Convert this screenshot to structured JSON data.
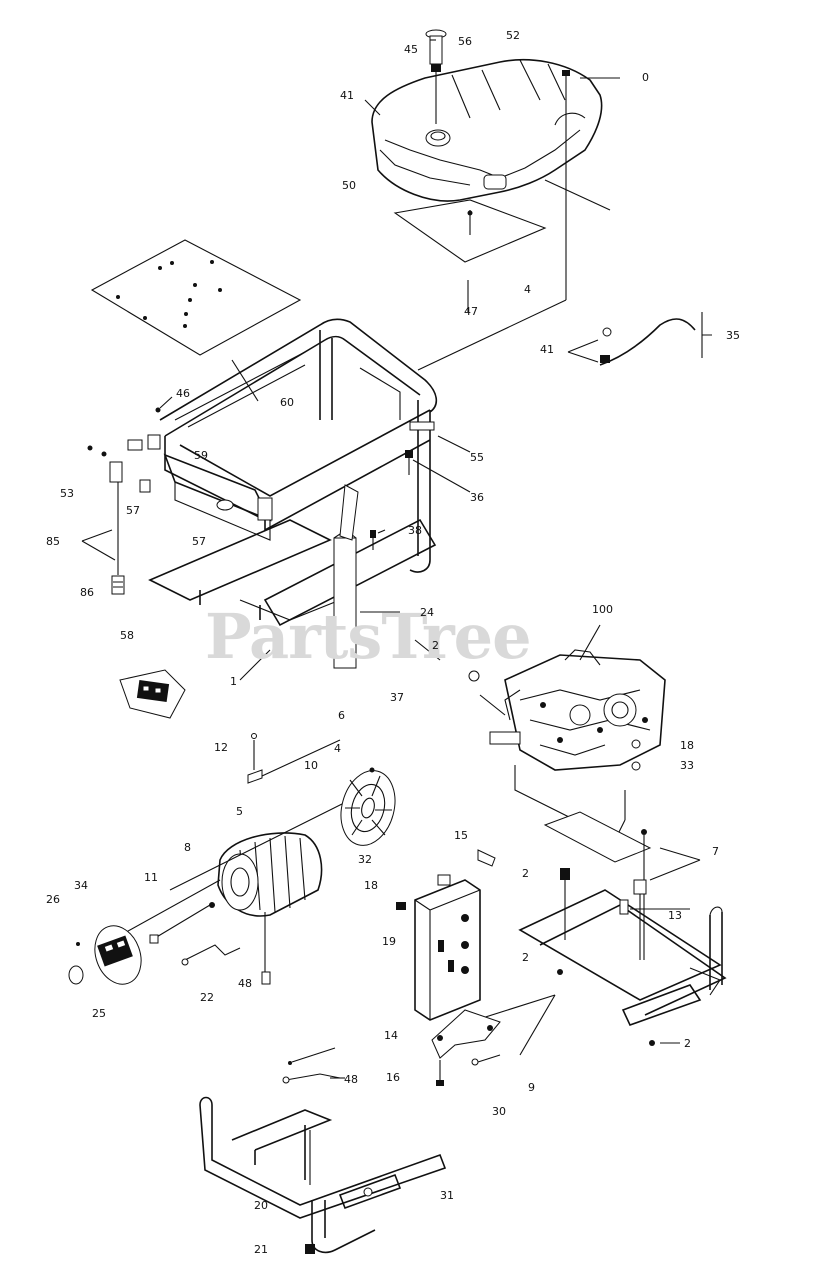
{
  "watermark": "PartsTree",
  "callouts": [
    {
      "id": "c45",
      "text": "45"
    },
    {
      "id": "c56",
      "text": "56"
    },
    {
      "id": "c52",
      "text": "52"
    },
    {
      "id": "c41",
      "text": "41"
    },
    {
      "id": "c0",
      "text": "0"
    },
    {
      "id": "c50",
      "text": "50"
    },
    {
      "id": "c4",
      "text": "4"
    },
    {
      "id": "c47",
      "text": "47"
    },
    {
      "id": "c35",
      "text": "35"
    },
    {
      "id": "c41b",
      "text": "41"
    },
    {
      "id": "c60",
      "text": "60"
    },
    {
      "id": "c46",
      "text": "46"
    },
    {
      "id": "c59",
      "text": "59"
    },
    {
      "id": "c55",
      "text": "55"
    },
    {
      "id": "c53",
      "text": "53"
    },
    {
      "id": "c57",
      "text": "57"
    },
    {
      "id": "c36",
      "text": "36"
    },
    {
      "id": "c38",
      "text": "38"
    },
    {
      "id": "c85",
      "text": "85"
    },
    {
      "id": "c57b",
      "text": "57"
    },
    {
      "id": "c86",
      "text": "86"
    },
    {
      "id": "c24",
      "text": "24"
    },
    {
      "id": "c100",
      "text": "100"
    },
    {
      "id": "c58",
      "text": "58"
    },
    {
      "id": "c1",
      "text": "1"
    },
    {
      "id": "c2",
      "text": "2"
    },
    {
      "id": "c37",
      "text": "37"
    },
    {
      "id": "c6",
      "text": "6"
    },
    {
      "id": "c18",
      "text": "18"
    },
    {
      "id": "c33",
      "text": "33"
    },
    {
      "id": "c12",
      "text": "12"
    },
    {
      "id": "c4b",
      "text": "4"
    },
    {
      "id": "c10",
      "text": "10"
    },
    {
      "id": "c5",
      "text": "5"
    },
    {
      "id": "c15",
      "text": "15"
    },
    {
      "id": "c7",
      "text": "7"
    },
    {
      "id": "c8",
      "text": "8"
    },
    {
      "id": "c32",
      "text": "32"
    },
    {
      "id": "c11",
      "text": "11"
    },
    {
      "id": "c34",
      "text": "34"
    },
    {
      "id": "c26",
      "text": "26"
    },
    {
      "id": "c18b",
      "text": "18"
    },
    {
      "id": "c2b",
      "text": "2"
    },
    {
      "id": "c13",
      "text": "13"
    },
    {
      "id": "c19",
      "text": "19"
    },
    {
      "id": "c2c",
      "text": "2"
    },
    {
      "id": "c22",
      "text": "22"
    },
    {
      "id": "c48",
      "text": "48"
    },
    {
      "id": "c25",
      "text": "25"
    },
    {
      "id": "c14",
      "text": "14"
    },
    {
      "id": "c2d",
      "text": "2"
    },
    {
      "id": "c16",
      "text": "16"
    },
    {
      "id": "c48b",
      "text": "48"
    },
    {
      "id": "c9",
      "text": "9"
    },
    {
      "id": "c30",
      "text": "30"
    },
    {
      "id": "c20",
      "text": "20"
    },
    {
      "id": "c31",
      "text": "31"
    },
    {
      "id": "c21",
      "text": "21"
    }
  ]
}
